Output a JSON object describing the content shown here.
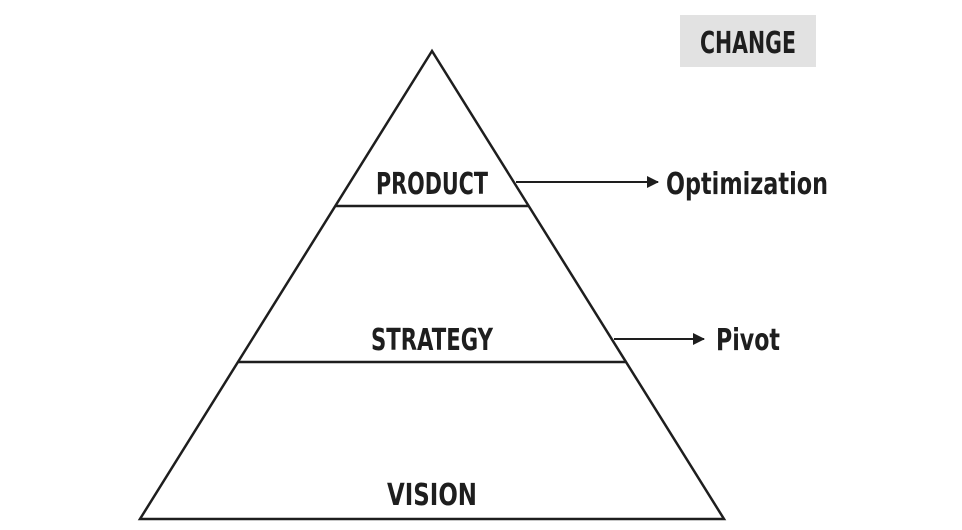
{
  "badge": {
    "label": "CHANGE",
    "background": "#e2e2e2"
  },
  "pyramid": {
    "levels": [
      {
        "label": "PRODUCT"
      },
      {
        "label": "STRATEGY"
      },
      {
        "label": "VISION"
      }
    ]
  },
  "outcomes": [
    {
      "label": "Optimization",
      "from_level": "PRODUCT"
    },
    {
      "label": "Pivot",
      "from_level": "STRATEGY"
    }
  ],
  "colors": {
    "stroke": "#1e1e1e",
    "text": "#1e1e1e",
    "background": "#ffffff"
  }
}
